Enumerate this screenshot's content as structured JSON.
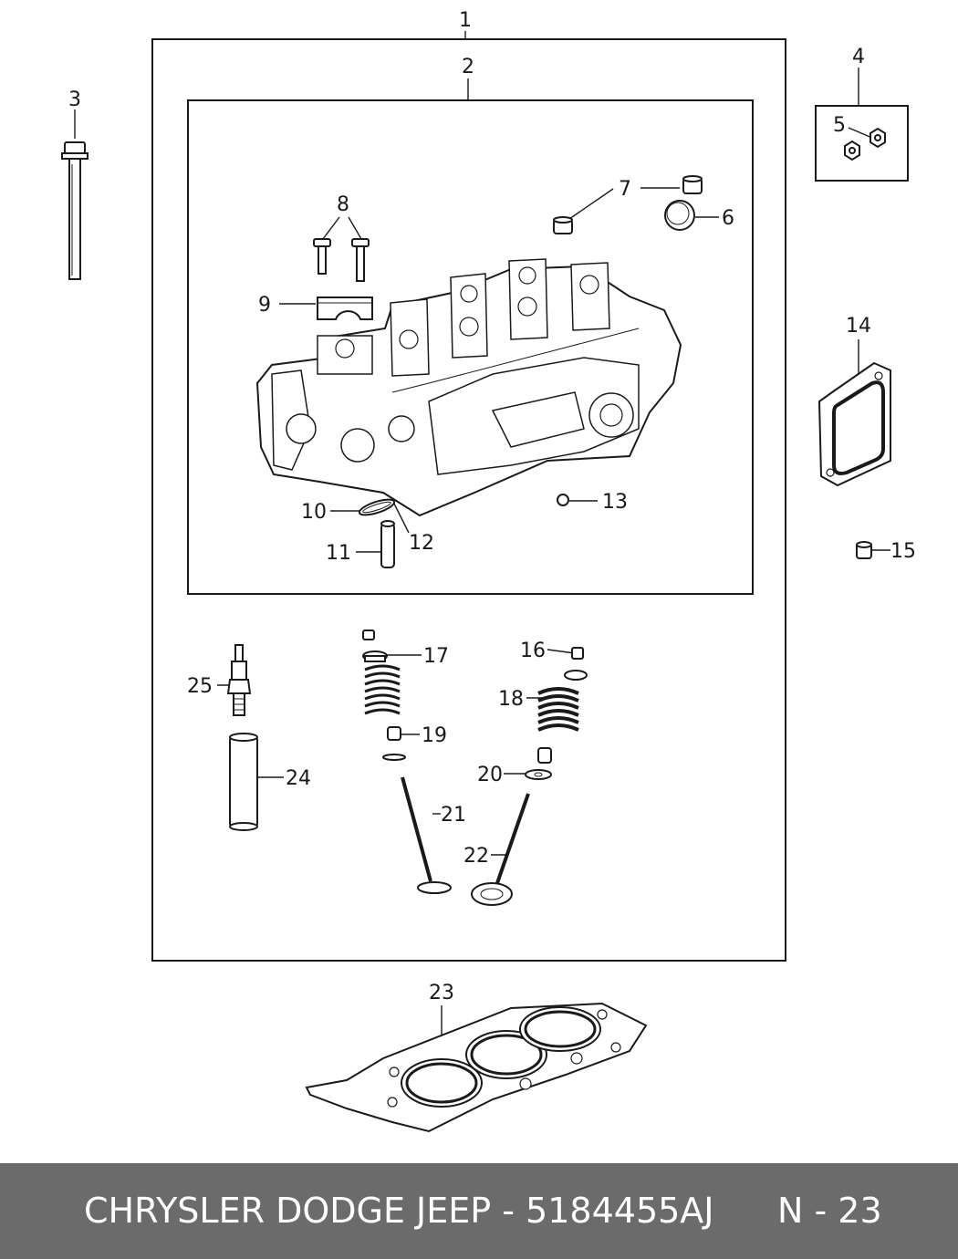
{
  "callouts": {
    "c1": "1",
    "c2": "2",
    "c3": "3",
    "c4": "4",
    "c5": "5",
    "c6": "6",
    "c7": "7",
    "c8": "8",
    "c9": "9",
    "c10": "10",
    "c11": "11",
    "c12": "12",
    "c13": "13",
    "c14": "14",
    "c15": "15",
    "c16": "16",
    "c17": "17",
    "c18": "18",
    "c19": "19",
    "c20": "20",
    "c21": "21",
    "c22": "22",
    "c23": "23",
    "c24": "24",
    "c25": "25"
  },
  "footer": {
    "brand_part": "CHRYSLER DODGE JEEP - 5184455AJ",
    "page_ref": "N - 23"
  },
  "colors": {
    "line": "#1a1a1a",
    "footer_bg": "#6b6b6b",
    "footer_text": "#ffffff"
  }
}
